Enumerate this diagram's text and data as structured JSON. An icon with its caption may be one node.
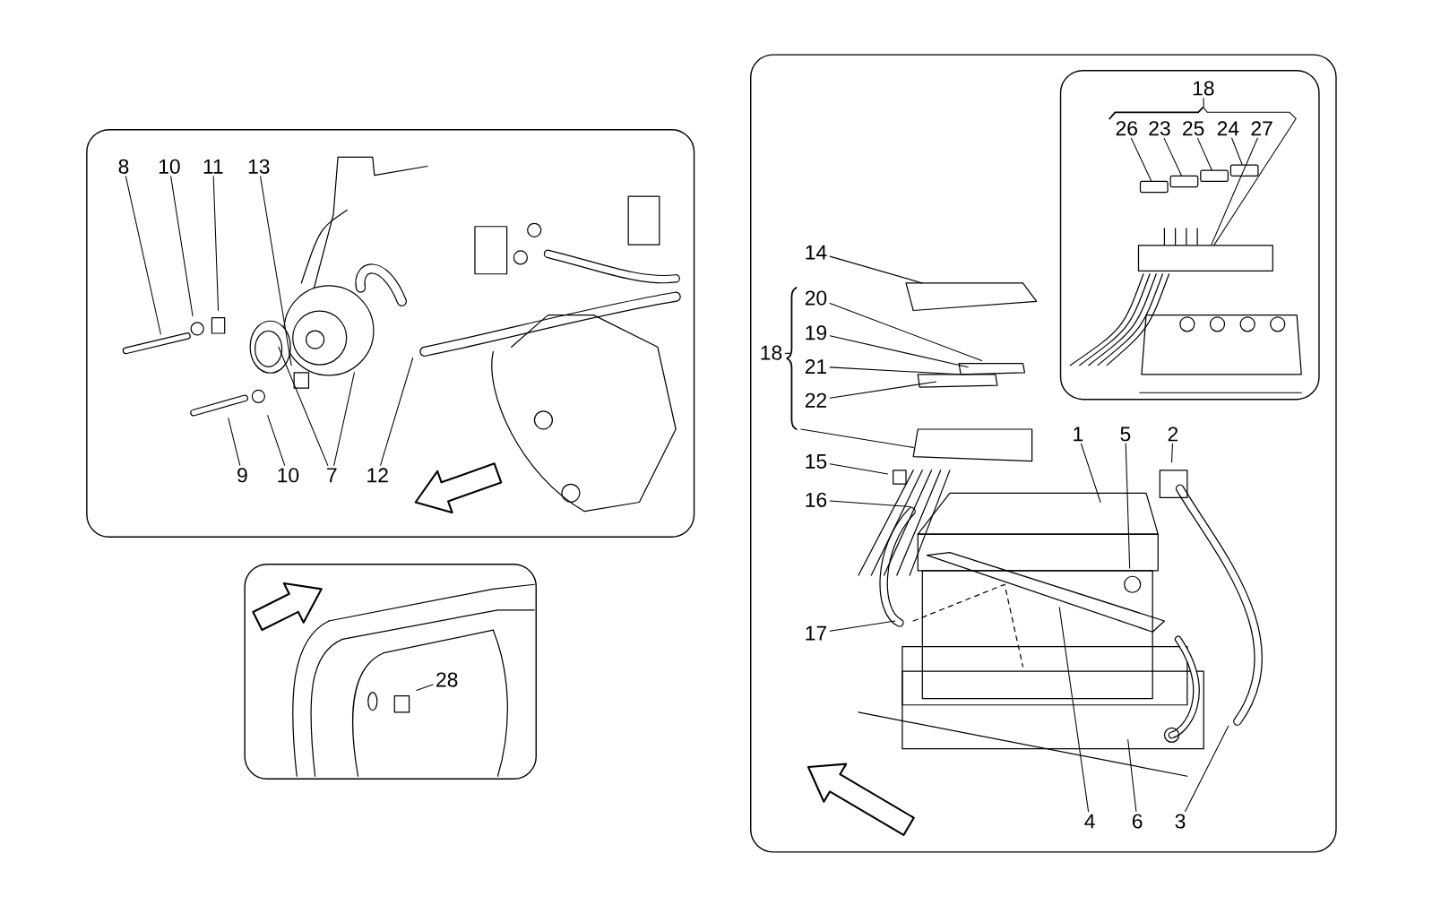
{
  "diagram": {
    "nodes": [
      {
        "text": [],
        "shape": "box"
      },
      {
        "text": [],
        "shape": "box"
      },
      {
        "text": [],
        "shape": "box"
      },
      {
        "text": [],
        "shape": "box",
        "in": 2
      },
      {
        "text": [
          "8"
        ],
        "in": 0
      },
      {
        "text": [
          "10"
        ],
        "in": 0
      },
      {
        "text": [
          "11"
        ],
        "in": 0
      },
      {
        "text": [
          "13"
        ],
        "in": 0
      },
      {
        "text": [
          "9"
        ],
        "in": 0
      },
      {
        "text": [
          "10"
        ],
        "in": 0
      },
      {
        "text": [
          "7"
        ],
        "in": 0
      },
      {
        "text": [
          "12"
        ],
        "in": 0
      },
      {
        "text": [
          "28"
        ],
        "in": 1
      },
      {
        "text": [
          "14"
        ],
        "in": 2
      },
      {
        "text": [
          "20"
        ],
        "in": 2
      },
      {
        "text": [
          "19"
        ],
        "in": 2
      },
      {
        "text": [
          "21"
        ],
        "in": 2
      },
      {
        "text": [
          "22"
        ],
        "in": 2
      },
      {
        "text": [
          "18"
        ],
        "in": 2
      },
      {
        "text": [
          "15"
        ],
        "in": 2
      },
      {
        "text": [
          "16"
        ],
        "in": 2
      },
      {
        "text": [
          "17"
        ],
        "in": 2
      },
      {
        "text": [
          "1"
        ],
        "in": 2
      },
      {
        "text": [
          "5"
        ],
        "in": 2
      },
      {
        "text": [
          "2"
        ],
        "in": 2
      },
      {
        "text": [
          "4"
        ],
        "in": 2
      },
      {
        "text": [
          "6"
        ],
        "in": 2
      },
      {
        "text": [
          "3"
        ],
        "in": 2
      },
      {
        "text": [
          "18"
        ],
        "in": 3
      },
      {
        "text": [
          "26"
        ],
        "in": 3
      },
      {
        "text": [
          "23"
        ],
        "in": 3
      },
      {
        "text": [
          "25"
        ],
        "in": 3
      },
      {
        "text": [
          "24"
        ],
        "in": 3
      },
      {
        "text": [
          "27"
        ],
        "in": 3
      },
      {
        "text": [],
        "shape": "bar",
        "in": 3
      },
      {
        "text": [],
        "shape": "bar",
        "in": 3
      },
      {
        "text": [],
        "shape": "bar",
        "in": 3
      },
      {
        "text": [],
        "shape": "bar",
        "in": 3
      },
      {
        "text": [],
        "shape": "box",
        "in": 3
      }
    ],
    "edges": [
      {
        "from": 4,
        "to": null,
        "arrow": "none"
      },
      {
        "from": 5,
        "to": null,
        "arrow": "none"
      },
      {
        "from": 6,
        "to": null,
        "arrow": "none"
      },
      {
        "from": 7,
        "to": null,
        "arrow": "none"
      },
      {
        "from": 8,
        "to": null,
        "arrow": "none"
      },
      {
        "from": 9,
        "to": null,
        "arrow": "none"
      },
      {
        "from": 10,
        "to": null,
        "arrow": "none"
      },
      {
        "from": 10,
        "to": null,
        "arrow": "none"
      },
      {
        "from": 11,
        "to": null,
        "arrow": "none"
      },
      {
        "from": 12,
        "to": null,
        "arrow": "none"
      },
      {
        "from": 13,
        "to": null,
        "arrow": "none"
      },
      {
        "from": 14,
        "to": null,
        "arrow": "none"
      },
      {
        "from": 15,
        "to": null,
        "arrow": "none"
      },
      {
        "from": 16,
        "to": null,
        "arrow": "none"
      },
      {
        "from": 17,
        "to": null,
        "arrow": "none"
      },
      {
        "from": 18,
        "to": null,
        "arrow": "none"
      },
      {
        "from": 19,
        "to": null,
        "arrow": "none"
      },
      {
        "from": 20,
        "to": null,
        "arrow": "none"
      },
      {
        "from": 21,
        "to": null,
        "arrow": "none"
      },
      {
        "from": 22,
        "to": null,
        "arrow": "none"
      },
      {
        "from": 23,
        "to": null,
        "arrow": "none"
      },
      {
        "from": 24,
        "to": null,
        "arrow": "none"
      },
      {
        "from": 25,
        "to": null,
        "arrow": "none"
      },
      {
        "from": 26,
        "to": null,
        "arrow": "none"
      },
      {
        "from": 27,
        "to": null,
        "arrow": "none"
      },
      {
        "from": 28,
        "to": 38,
        "arrow": "none"
      },
      {
        "from": 29,
        "to": 34,
        "arrow": "none"
      },
      {
        "from": 30,
        "to": 35,
        "arrow": "none"
      },
      {
        "from": 31,
        "to": 36,
        "arrow": "none"
      },
      {
        "from": 32,
        "to": 37,
        "arrow": "none"
      },
      {
        "from": 33,
        "to": 38,
        "arrow": "none"
      }
    ]
  }
}
